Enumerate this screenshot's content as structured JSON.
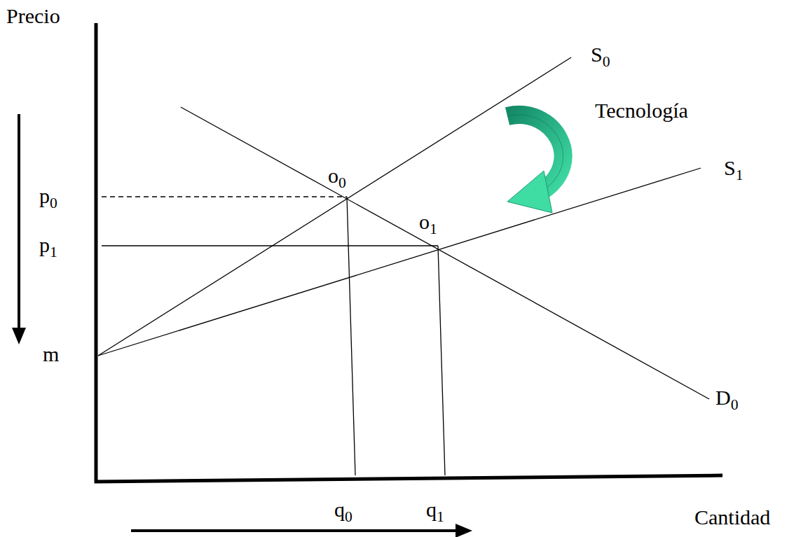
{
  "diagram": {
    "labels": [
      "Precio",
      "Cantidad",
      "S0",
      "S1",
      "D0",
      "Tecnología",
      "o0",
      "o1",
      "p0",
      "p1",
      "m",
      "q0",
      "q1"
    ]
  }
}
